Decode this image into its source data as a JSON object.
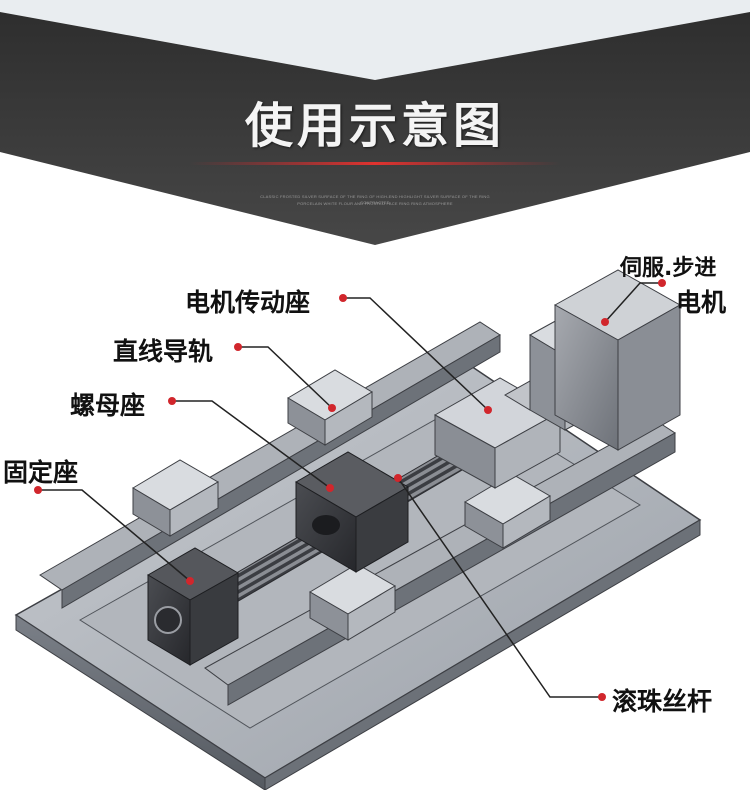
{
  "header": {
    "title": "使用示意图",
    "tagline_line1": "CLASSIC FROSTED SILVER SURFACE OF THE RING OF HIGH-END HIGHLIGHT SILVER SURFACE OF THE RING CONTRACTED",
    "tagline_line2": "PORCELAIN WHITE FLOUR AND FROSTED FACE RING RING ATMOSPHERE"
  },
  "labels": {
    "motor_mount": "电机传动座",
    "linear_guide": "直线导轨",
    "nut_seat": "螺母座",
    "fixed_seat": "固定座",
    "servo_stepper": "伺服.步进",
    "motor": "电机",
    "ball_screw": "滚珠丝杆"
  },
  "colors": {
    "header_dark": "#3a3a3a",
    "accent_red": "#c8262b",
    "leader_line": "#222222"
  }
}
